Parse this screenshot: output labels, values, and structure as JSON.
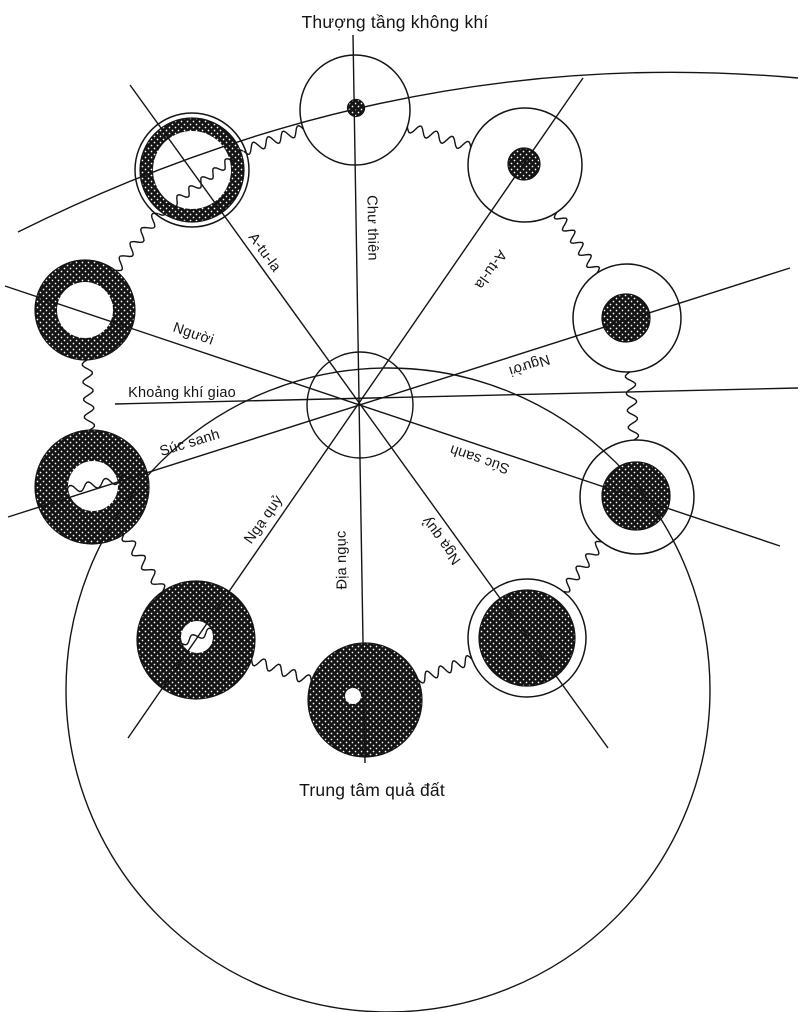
{
  "colors": {
    "ink": "#141414",
    "paper": "#ffffff"
  },
  "labels": {
    "title": "Thượng tầng không khí",
    "trung_tam": "Trung tâm quả đất",
    "khoang_khi_giao": "Khoảng khí giao",
    "chu_thien": "Chư thiên",
    "a_tu_la_left": "A-tu-la",
    "a_tu_la_right": "A-tu-la",
    "nguoi_left": "Người",
    "nguoi_right": "Người",
    "suc_sanh_left": "Súc sanh",
    "suc_sanh_right": "Súc sanh",
    "nga_quy_left": "Ngạ quỷ",
    "nga_quy_right": "Ngạ quỷ",
    "dia_nguc": "Địa ngục"
  }
}
